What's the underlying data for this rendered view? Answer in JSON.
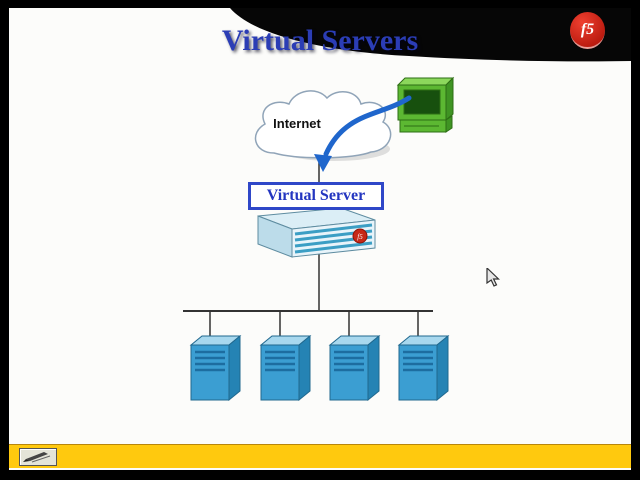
{
  "slide": {
    "title": "Virtual Servers",
    "logo_text": "f5"
  },
  "diagram": {
    "internet_label": "Internet",
    "virtual_server_label": "Virtual Server",
    "backend_server_count": 4
  },
  "colors": {
    "title_blue": "#2b3db5",
    "box_border_blue": "#2f47c8",
    "arrow_blue": "#1f66cc",
    "server_blue": "#3b9ed2",
    "appliance_teal": "#3b9ec4",
    "logo_red": "#c62817",
    "toolbar_yellow": "#ffc90e"
  }
}
